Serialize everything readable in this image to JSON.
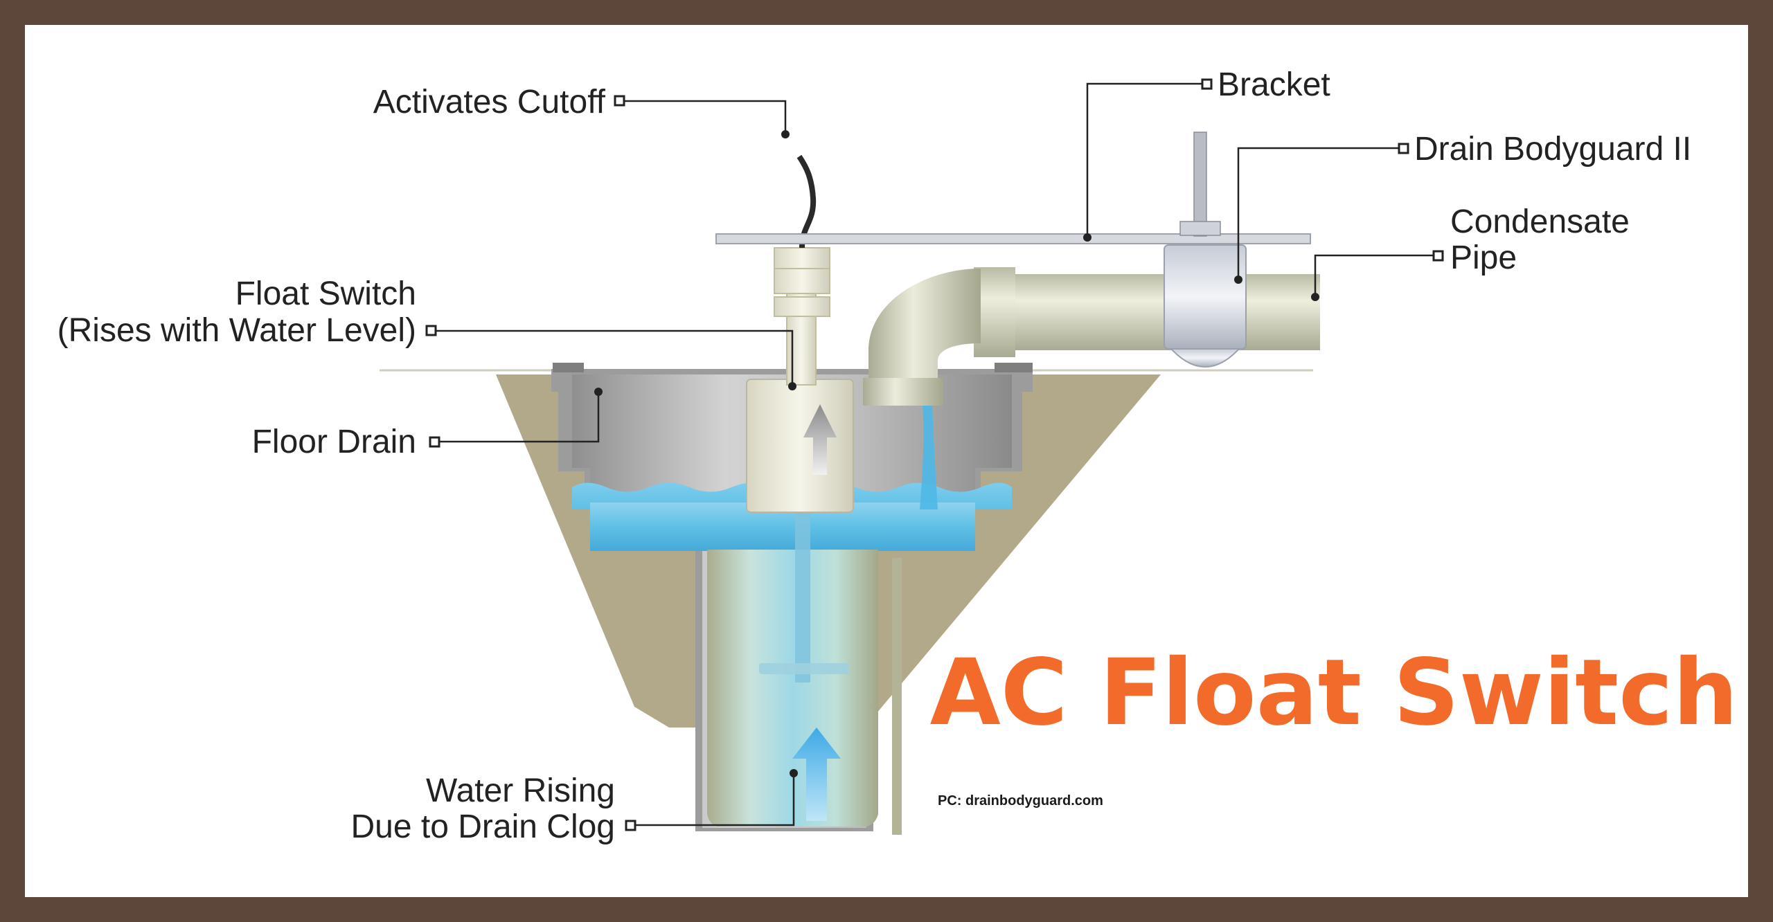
{
  "title": "AC Float Switch",
  "credit": "PC: drainbodyguard.com",
  "labels": {
    "activates_cutoff": "Activates Cutoff",
    "bracket": "Bracket",
    "drain_bodyguard": "Drain Bodyguard II",
    "condensate_line1": "Condensate",
    "condensate_line2": "Pipe",
    "float_switch_line1": "Float Switch",
    "float_switch_line2": "(Rises with Water Level)",
    "floor_drain": "Floor Drain",
    "water_rising_line1": "Water Rising",
    "water_rising_line2": "Due to Drain Clog"
  },
  "colors": {
    "frame": "#5d473a",
    "title": "#f26b2a",
    "water": "#4fb3e0",
    "floor": "#b2a98a",
    "pipe": "#cfd3b9"
  }
}
